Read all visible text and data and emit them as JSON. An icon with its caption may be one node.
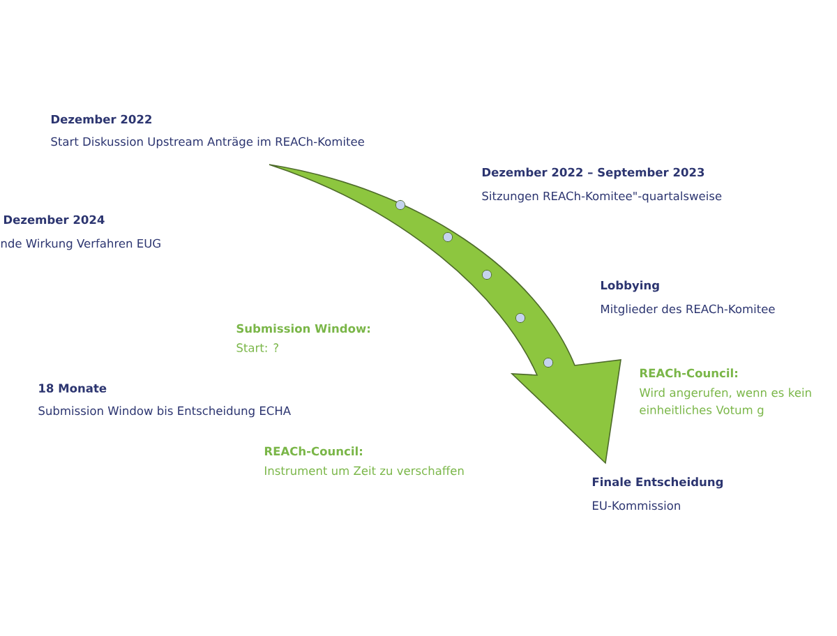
{
  "diagram": {
    "labels": [
      "Dezember 2022",
      "Start Diskussion Upstream Anträge im REACh-Komitee",
      "Dezember 2022 – September 2023",
      "Sitzungen REACh-Komitee\"-quartalsweise",
      "Dezember 2024",
      "nde Wirkung Verfahren EUG",
      "Lobbying",
      "Mitglieder des REACh-Komitee",
      "Submission Window:",
      "Start: ?",
      "REACh-Council:",
      "Wird angerufen, wenn es kein einheitliches Votum g",
      "18 Monate",
      "Submission Window bis Entscheidung ECHA",
      "REACh-Council:",
      "Instrument um Zeit zu verschaffen",
      "Finale Entscheidung",
      "EU-Kommission"
    ]
  }
}
